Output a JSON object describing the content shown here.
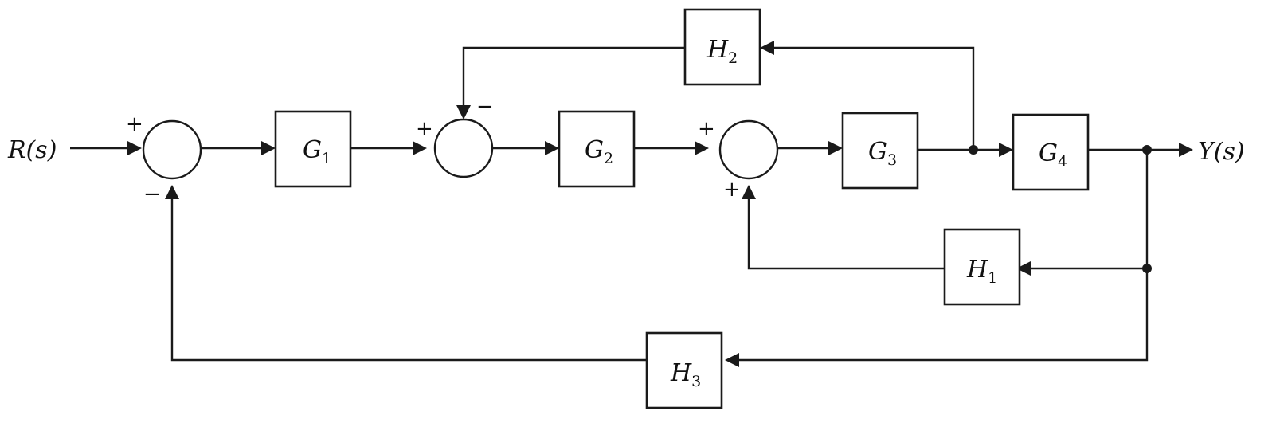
{
  "signals": {
    "input": "R(s)",
    "output": "Y(s)"
  },
  "blocks": {
    "G1": {
      "letter": "G",
      "sub": "1"
    },
    "G2": {
      "letter": "G",
      "sub": "2"
    },
    "G3": {
      "letter": "G",
      "sub": "3"
    },
    "G4": {
      "letter": "G",
      "sub": "4"
    },
    "H1": {
      "letter": "H",
      "sub": "1"
    },
    "H2": {
      "letter": "H",
      "sub": "2"
    },
    "H3": {
      "letter": "H",
      "sub": "3"
    }
  },
  "summing_junctions": {
    "s1": {
      "left": "+",
      "bottom": "−"
    },
    "s2": {
      "left": "+",
      "top": "−"
    },
    "s3": {
      "left": "+",
      "bottom": "+"
    }
  }
}
